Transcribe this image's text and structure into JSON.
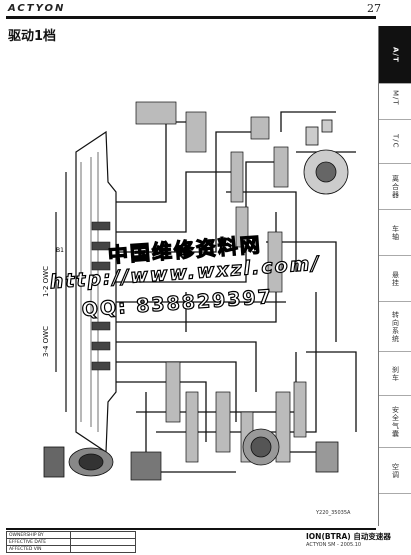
{
  "header": {
    "logo": "ACTYON",
    "page_number": "27",
    "section_title": "驱动1档"
  },
  "side_tabs": [
    {
      "label": "A/T",
      "active": true
    },
    {
      "label": "M/T",
      "active": false
    },
    {
      "label": "T/C",
      "active": false
    },
    {
      "label": "离合器",
      "active": false
    },
    {
      "label": "车轴",
      "active": false
    },
    {
      "label": "悬挂",
      "active": false
    },
    {
      "label": "转向系统",
      "active": false
    },
    {
      "label": "刹车",
      "active": false
    },
    {
      "label": "安全气囊",
      "active": false
    },
    {
      "label": "空调",
      "active": false
    }
  ],
  "diagram": {
    "labels": {
      "clutch_1": "1-2 OWC",
      "clutch_2": "3-4 OWC",
      "brake": "B1"
    },
    "ref_code": "Y220_35035A"
  },
  "watermark": {
    "line1": "中国维修资料网",
    "line2": "http://www.wxzl.com/",
    "line3": "QQ: 838829397"
  },
  "approval_table": [
    {
      "label": "OWNERSHIP BY",
      "value": ""
    },
    {
      "label": "EFFECTIVE DATE",
      "value": ""
    },
    {
      "label": "AFFECTED VIN",
      "value": ""
    }
  ],
  "footer": {
    "doc_title": "ION(BTRA) 自动变速器",
    "doc_subtitle": "ACTYON SM - 2005.10"
  }
}
